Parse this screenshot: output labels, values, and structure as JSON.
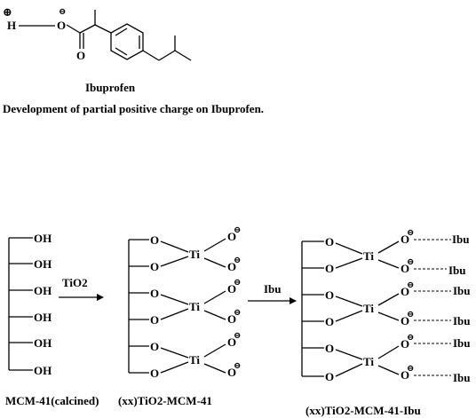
{
  "ibuprofen": {
    "plus_sign": "⊕",
    "minus_sign": "⊖",
    "h_atom": "H",
    "o_single": "O",
    "o_double": "O",
    "name": "Ibuprofen",
    "caption": "Development of partial positive charge on Ibuprofen."
  },
  "scheme": {
    "oh": "OH",
    "o": "O",
    "ti": "Ti",
    "neg": "⊖",
    "ibu": "Ibu",
    "arrow1_label": "TiO2",
    "arrow2_label": "Ibu",
    "label_mcm": "MCM-41(calcined)",
    "label_tio2_mcm": "(xx)TiO2-MCM-41",
    "label_tio2_mcm_ibu": "(xx)TiO2-MCM-41-Ibu"
  }
}
